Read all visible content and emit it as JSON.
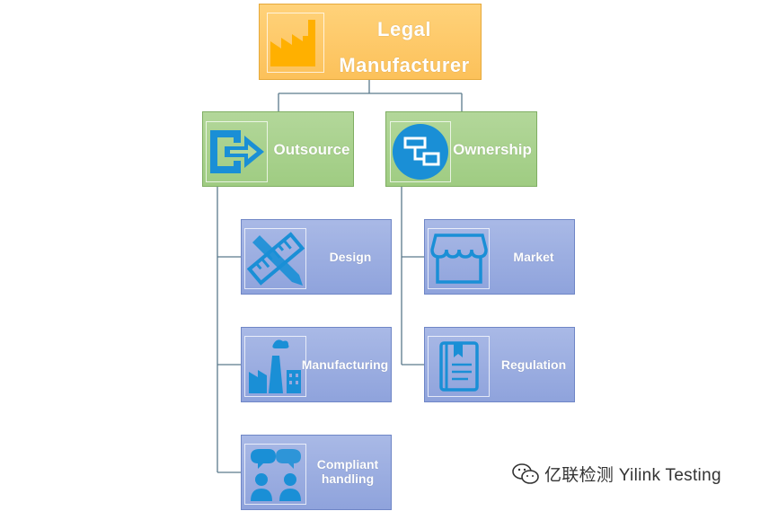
{
  "nodes": {
    "root": {
      "label_line1": "Legal",
      "label_line2": "Manufacturer",
      "icon": "factory-icon"
    },
    "outsource": {
      "label": "Outsource",
      "icon": "export-arrow-icon"
    },
    "ownership": {
      "label": "Ownership",
      "icon": "organization-icon"
    },
    "design": {
      "label": "Design",
      "icon": "ruler-pencil-icon"
    },
    "manufacturing": {
      "label": "Manufacturing",
      "icon": "industry-icon"
    },
    "compliant_handling": {
      "label_line1": "Compliant",
      "label_line2": "handling",
      "icon": "conversation-icon"
    },
    "market": {
      "label": "Market",
      "icon": "storefront-icon"
    },
    "regulation": {
      "label": "Regulation",
      "icon": "document-bookmark-icon"
    }
  },
  "colors": {
    "root_fill": "#fcc15a",
    "level1_fill": "#a8d18d",
    "level2_fill": "#97a9df",
    "icon_blue": "#1a8fd6",
    "icon_orange": "#ffb000",
    "connector": "#5a7a8c"
  },
  "watermark": {
    "text": "亿联检测 Yilink Testing",
    "icon": "wechat-icon"
  }
}
